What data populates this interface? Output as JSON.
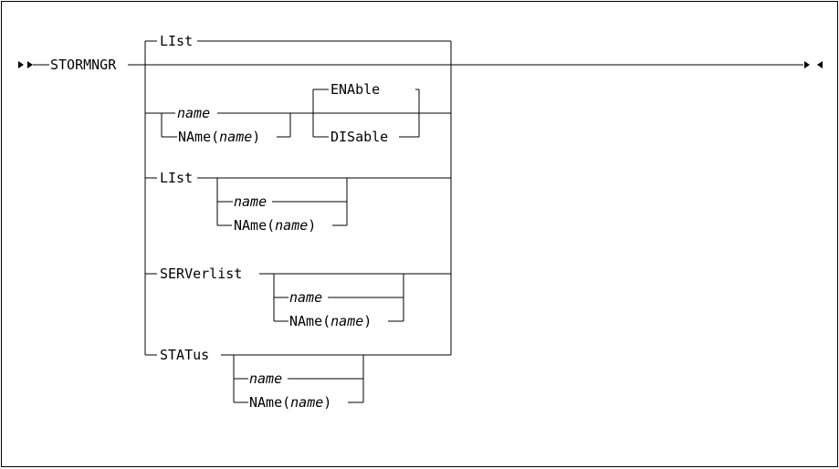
{
  "diagram": {
    "command": "STORMNGR",
    "branches": {
      "default_list": "LIst",
      "enable": "ENAble",
      "disable": "DISable",
      "list": "LIst",
      "serverlist": "SERVerlist",
      "status": "STATus"
    },
    "operand": {
      "name": "name",
      "name_kw": "NAme(",
      "close": ")"
    }
  }
}
